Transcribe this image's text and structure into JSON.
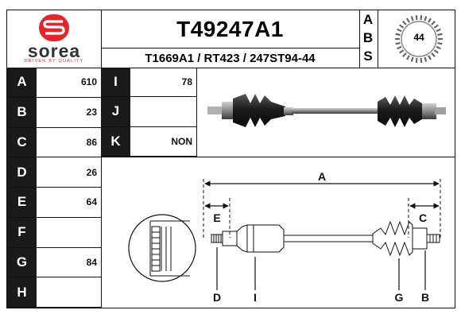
{
  "logo": {
    "brand": "sorea",
    "tagline": "DRIVEN BY QUALITY",
    "brand_color": "#e3262d"
  },
  "header": {
    "part_number": "T49247A1",
    "cross_references": "T1669A1 / RT423 / 247ST94-44",
    "abs_letters": [
      "A",
      "B",
      "S"
    ],
    "abs_ring_teeth": "44"
  },
  "specs_left": [
    {
      "letter": "A",
      "value": "610"
    },
    {
      "letter": "B",
      "value": "23"
    },
    {
      "letter": "C",
      "value": "86"
    },
    {
      "letter": "D",
      "value": "26"
    },
    {
      "letter": "E",
      "value": "64"
    },
    {
      "letter": "F",
      "value": ""
    },
    {
      "letter": "G",
      "value": "84"
    },
    {
      "letter": "H",
      "value": ""
    }
  ],
  "specs_mid": [
    {
      "letter": "I",
      "value": "78"
    },
    {
      "letter": "J",
      "value": ""
    },
    {
      "letter": "K",
      "value": "NON"
    }
  ],
  "diagram": {
    "labels": {
      "A": "A",
      "E": "E",
      "C": "C",
      "D": "D",
      "I": "I",
      "G": "G",
      "B": "B"
    }
  }
}
